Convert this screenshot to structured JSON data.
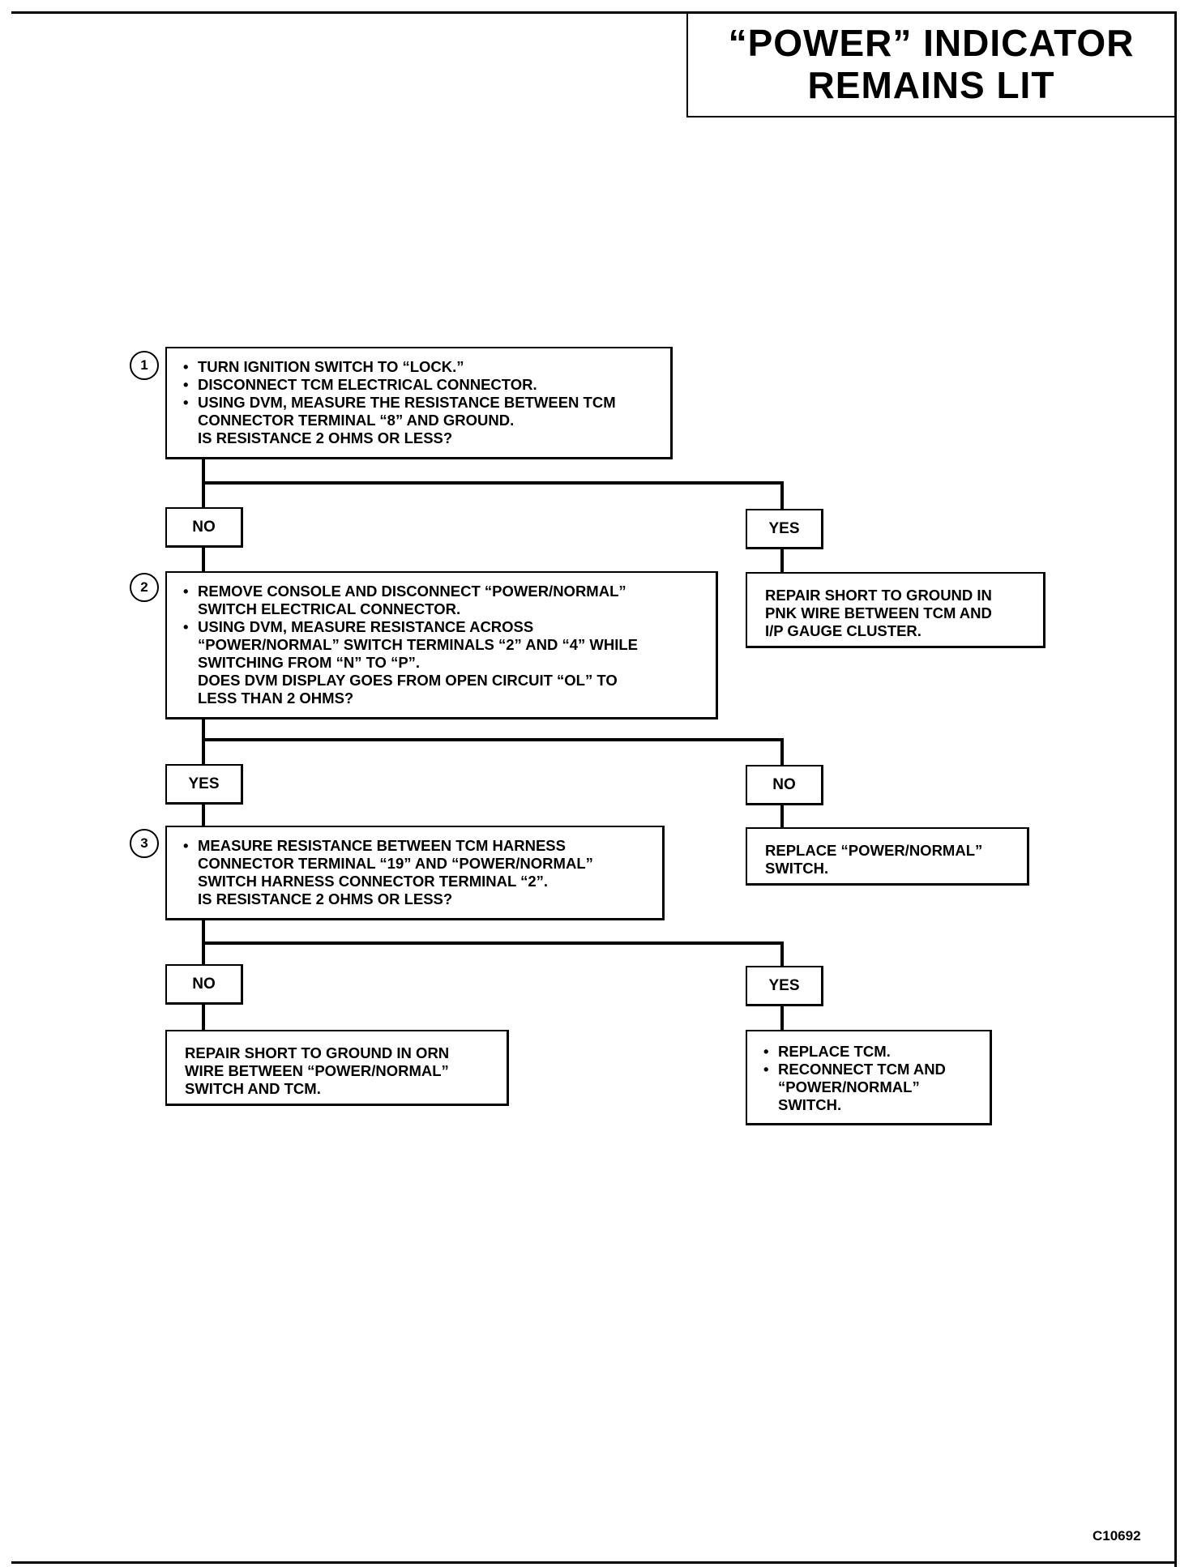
{
  "title": {
    "line1": "“POWER” INDICATOR",
    "line2": "REMAINS LIT"
  },
  "steps": [
    {
      "number": "1",
      "bullets": [
        [
          "TURN IGNITION SWITCH TO “LOCK.”"
        ],
        [
          "DISCONNECT TCM ELECTRICAL CONNECTOR."
        ],
        [
          "USING DVM, MEASURE THE RESISTANCE BETWEEN TCM",
          "CONNECTOR TERMINAL “8” AND GROUND."
        ]
      ],
      "question": "IS RESISTANCE 2 OHMS OR LESS?"
    },
    {
      "number": "2",
      "bullets": [
        [
          "REMOVE CONSOLE AND DISCONNECT “POWER/NORMAL”",
          "SWITCH ELECTRICAL CONNECTOR."
        ],
        [
          "USING DVM, MEASURE RESISTANCE ACROSS",
          "“POWER/NORMAL” SWITCH TERMINALS “2” AND “4” WHILE",
          "SWITCHING FROM “N” TO “P”."
        ]
      ],
      "question_lines": [
        "DOES DVM DISPLAY GOES FROM OPEN CIRCUIT “OL” TO",
        "LESS THAN 2 OHMS?"
      ]
    },
    {
      "number": "3",
      "bullets": [
        [
          "MEASURE RESISTANCE BETWEEN TCM HARNESS",
          "CONNECTOR TERMINAL “19” AND “POWER/NORMAL”",
          "SWITCH HARNESS CONNECTOR TERMINAL “2”."
        ]
      ],
      "question": "IS RESISTANCE 2 OHMS OR LESS?"
    }
  ],
  "labels": {
    "s1_left": "NO",
    "s1_right": "YES",
    "s2_left": "YES",
    "s2_right": "NO",
    "s3_left": "NO",
    "s3_right": "YES"
  },
  "results": {
    "r1": [
      "REPAIR SHORT TO GROUND IN",
      "PNK WIRE BETWEEN TCM AND",
      "I/P GAUGE CLUSTER."
    ],
    "r2": [
      "REPLACE “POWER/NORMAL”",
      "SWITCH."
    ],
    "r3": [
      "REPAIR SHORT TO GROUND IN ORN",
      "WIRE BETWEEN “POWER/NORMAL”",
      "SWITCH AND TCM."
    ],
    "r4_bullets": [
      [
        "REPLACE TCM."
      ],
      [
        "RECONNECT TCM AND",
        "“POWER/NORMAL”",
        "SWITCH."
      ]
    ]
  },
  "bullet_char": "•",
  "doc_code": "C10692"
}
